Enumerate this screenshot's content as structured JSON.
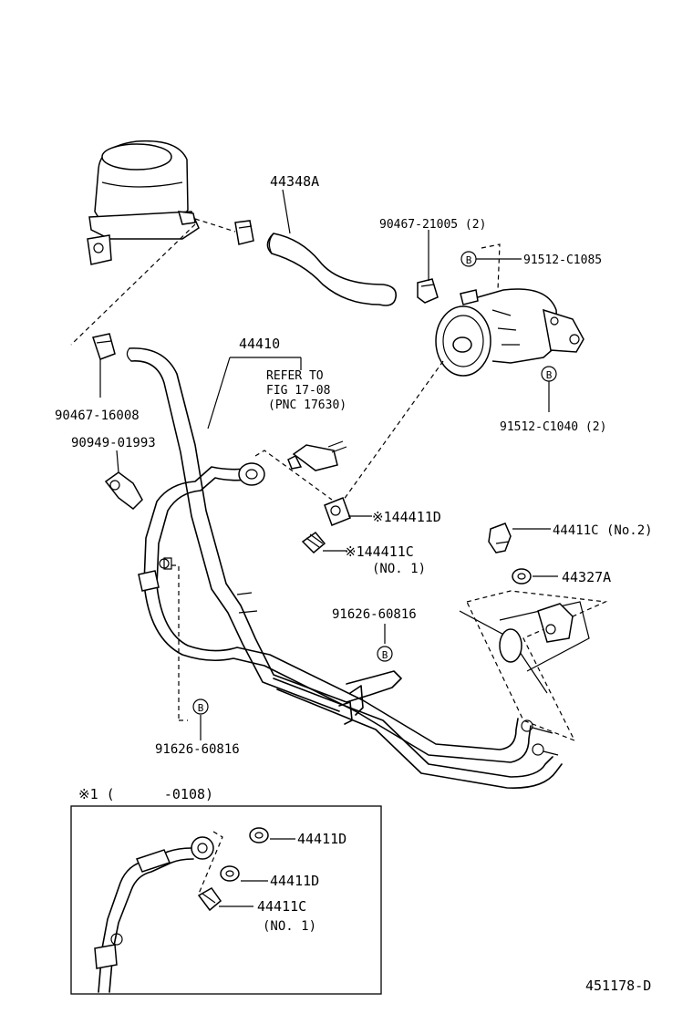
{
  "labels": {
    "p44348A": "44348A",
    "p90467_21005": "90467-21005 (2)",
    "p91512_C1085": "91512-C1085",
    "p91512_C1040": "91512-C1040 (2)",
    "p44410": "44410",
    "refer1": "REFER TO",
    "refer2": "FIG 17-08",
    "refer3": "(PNC 17630)",
    "p90467_16008": "90467-16008",
    "p90949_01993": "90949-01993",
    "p144411D": "※144411D",
    "p144411C": "※144411C",
    "p144411C_no": "(NO. 1)",
    "p44411C_no2": "44411C (No.2)",
    "p44327A": "44327A",
    "p91626_a": "91626-60816",
    "p91626_b": "91626-60816",
    "inset_title": "※1 (      -0108)",
    "in44411D_a": "44411D",
    "in44411D_b": "44411D",
    "in44411C": "44411C",
    "in44411C_no": "(NO. 1)",
    "fig_id": "451178-D"
  },
  "badges": {
    "b1": "B",
    "b2": "B",
    "b3": "B",
    "b4": "B"
  }
}
